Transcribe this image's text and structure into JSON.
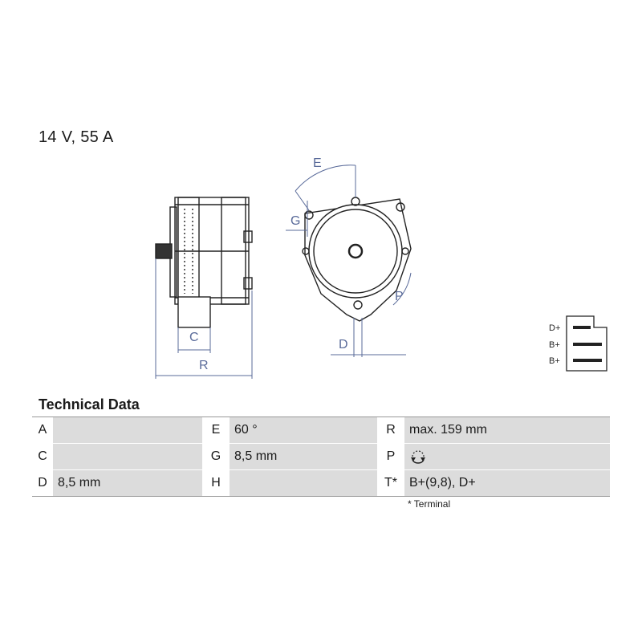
{
  "header": {
    "title": "14 V, 55 A"
  },
  "drawing": {
    "dimension_labels": {
      "E": "E",
      "G": "G",
      "P": "P",
      "D": "D",
      "C": "C",
      "R": "R"
    },
    "terminals": [
      "D+",
      "B+",
      "B+"
    ]
  },
  "technical_data": {
    "heading": "Technical Data",
    "rows": [
      [
        {
          "key": "A",
          "value": ""
        },
        {
          "key": "E",
          "value": "60 °"
        },
        {
          "key": "R",
          "value": "max. 159 mm"
        }
      ],
      [
        {
          "key": "C",
          "value": ""
        },
        {
          "key": "G",
          "value": "8,5 mm"
        },
        {
          "key": "P",
          "value": ""
        }
      ],
      [
        {
          "key": "D",
          "value": "8,5 mm"
        },
        {
          "key": "H",
          "value": ""
        },
        {
          "key": "T*",
          "value": "B+(9,8), D+"
        }
      ]
    ],
    "footnote": "* Terminal",
    "rotation_icon": "rotation-direction-icon"
  }
}
